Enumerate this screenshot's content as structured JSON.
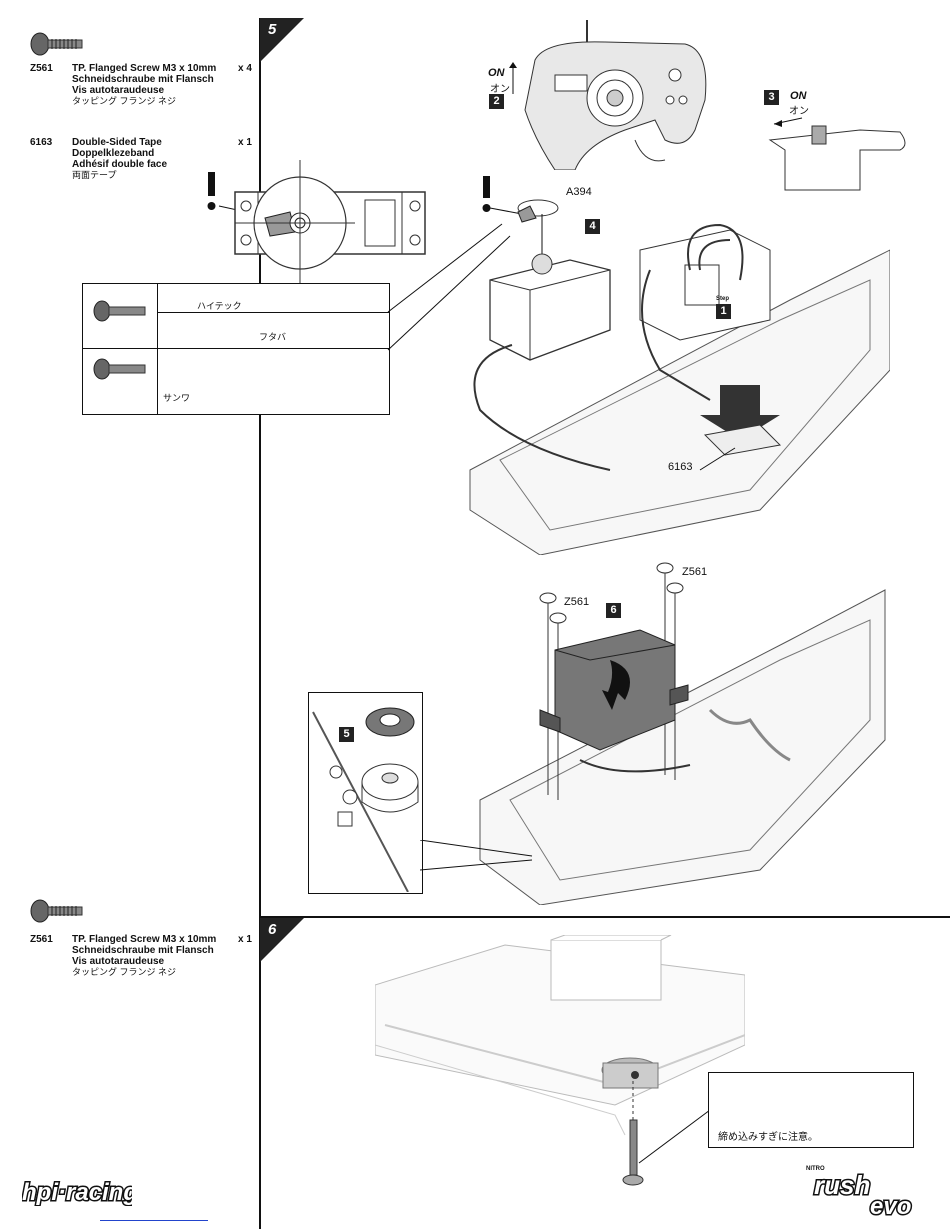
{
  "step5": {
    "number": "5",
    "parts": [
      {
        "code": "Z561",
        "name_en": "TP. Flanged Screw M3 x 10mm",
        "name_de": "Schneidschraube mit Flansch",
        "name_fr": "Vis autotaraudeuse",
        "name_jp": "タッピング フランジ ネジ",
        "qty": "x 4"
      },
      {
        "code": "6163",
        "name_en": "Double-Sided Tape",
        "name_de": "Doppelklezeband",
        "name_fr": "Adhésif double face",
        "name_jp": "両面テープ",
        "qty": "x 1"
      }
    ],
    "servo_table": {
      "row1_jp_a": "ハイテック",
      "row1_jp_b": "フタバ",
      "row2_jp": "サンワ"
    },
    "callouts": {
      "step1": "1",
      "step1_small": "Step",
      "step2": "2",
      "step3": "3",
      "step4": "4",
      "on_en": "ON",
      "on_jp": "オン",
      "on3_en": "ON",
      "on3_jp": "オン",
      "part_a394": "A394",
      "part_6163": "6163",
      "step6_box": "6",
      "z561_a": "Z561",
      "z561_b": "Z561",
      "step5_box": "5"
    }
  },
  "step6": {
    "number": "6",
    "parts": [
      {
        "code": "Z561",
        "name_en": "TP. Flanged Screw M3 x 10mm",
        "name_de": "Schneidschraube mit Flansch",
        "name_fr": "Vis autotaraudeuse",
        "name_jp": "タッピング フランジ ネジ",
        "qty": "x 1"
      }
    ],
    "caution_jp": "締め込みすぎに注意。"
  },
  "footer": {
    "brand_logo_text": "hpi·racing",
    "product_logo_small": "NITRO",
    "product_logo_a": "rush",
    "product_logo_b": "evo"
  }
}
